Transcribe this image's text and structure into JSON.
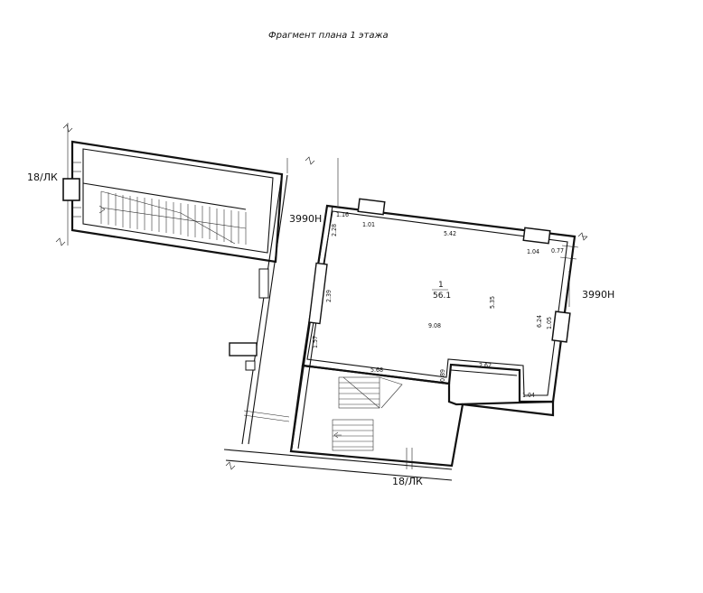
{
  "title": "Фрагмент плана 1 этажа",
  "axes": {
    "top_left": "18/ЛК",
    "bottom": "18/ЛК"
  },
  "elevations": {
    "left": "3990Н",
    "right": "3990Н"
  },
  "room": {
    "number": "1",
    "area": "56.1"
  },
  "dimensions": {
    "d116": "1.16",
    "d101": "1.01",
    "d542": "5.42",
    "d104a": "1.04",
    "d077": "0.77",
    "d228": "2.28",
    "d239": "2.39",
    "d157": "1.57",
    "d535": "5.35",
    "d908": "9.08",
    "d624": "6.24",
    "d105": "1.05",
    "d568": "5.68",
    "d089": "0.89",
    "d262": "2.62",
    "d104b": "1.04"
  }
}
